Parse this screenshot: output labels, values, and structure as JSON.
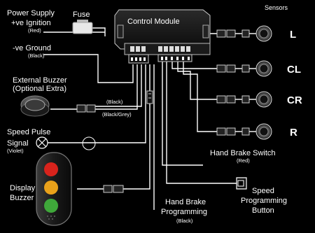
{
  "labels": {
    "power_supply": "Power Supply",
    "ignition": "+ve Ignition",
    "ignition_color": "(Red)",
    "fuse": "Fuse",
    "ground": "-ve Ground",
    "ground_color": "(Black)",
    "control_module": "Control Module",
    "sensors": "Sensors",
    "external_buzzer": "External Buzzer",
    "optional_extra": "(Optional Extra)",
    "buzzer_wire_black": "(Black)",
    "buzzer_wire_black_grey": "(Black/Grey)",
    "speed_pulse": "Speed Pulse",
    "signal": "Signal",
    "violet": "(Violet)",
    "display": "Display",
    "buzzer": "Buzzer",
    "hand_brake_switch": "Hand Brake Switch",
    "hand_brake_switch_color": "(Red)",
    "hand_brake": "Hand Brake",
    "programming": "Programming",
    "hand_brake_programming_color": "(Black)",
    "speed": "Speed",
    "speed_programming": "Programming",
    "button": "Button"
  },
  "sensors": [
    {
      "label": "L"
    },
    {
      "label": "CL"
    },
    {
      "label": "CR"
    },
    {
      "label": "R"
    }
  ],
  "colors": {
    "background": "#000000",
    "display_red": "#d8231c",
    "display_amber": "#e9a11a",
    "display_green": "#3fa83a",
    "wire": "#ffffff"
  }
}
